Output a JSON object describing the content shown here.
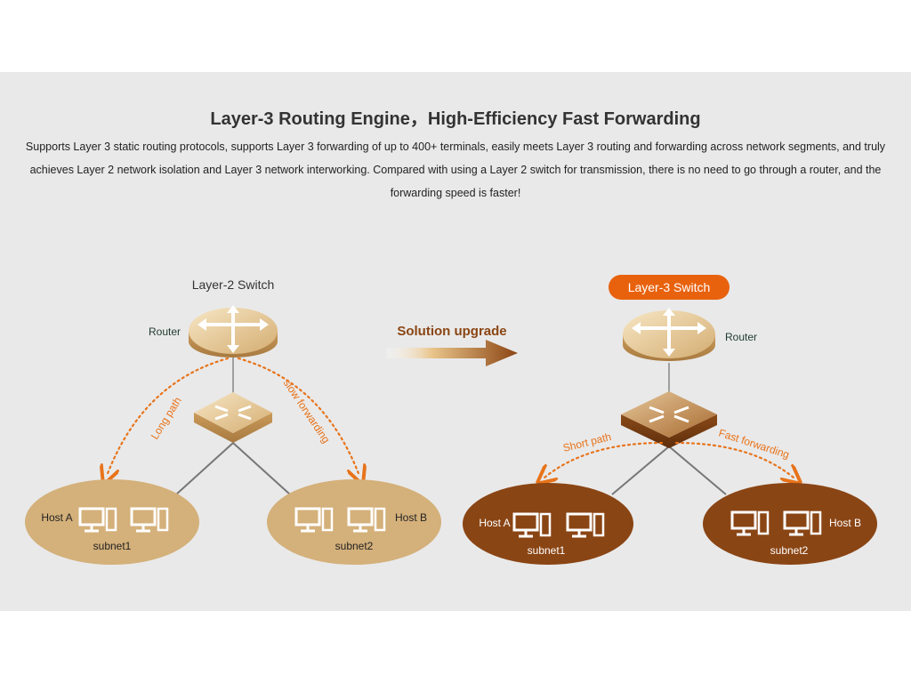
{
  "header": {
    "title": "Layer-3 Routing Engine，High-Efficiency Fast Forwarding",
    "description": "Supports Layer 3 static routing protocols, supports Layer 3 forwarding of up to 400+ terminals, easily meets Layer 3 routing and forwarding across network segments, and truly achieves Layer 2 network isolation and Layer 3 network interworking. Compared with using a Layer 2 switch for transmission, there is no need to go through a router, and the forwarding speed is faster!"
  },
  "left": {
    "title": "Layer-2 Switch",
    "router_label": "Router",
    "long_path": "Long path",
    "slow_forwarding": "slow forwarding",
    "host_a": "Host A",
    "host_b": "Host B",
    "subnet1": "subnet1",
    "subnet2": "subnet2"
  },
  "middle": {
    "upgrade_label": "Solution upgrade"
  },
  "right": {
    "title": "Layer-3 Switch",
    "router_label": "Router",
    "short_path": "Short path",
    "fast_forwarding": "Fast forwarding",
    "host_a": "Host A",
    "host_b": "Host B",
    "subnet1": "subnet1",
    "subnet2": "subnet2"
  },
  "colors": {
    "panel_bg": "#e9e9e9",
    "left_ellipse": "#d4b07a",
    "right_ellipse": "#8a4514",
    "accent_orange": "#e8731a",
    "arrow_brown": "#8b4513"
  }
}
